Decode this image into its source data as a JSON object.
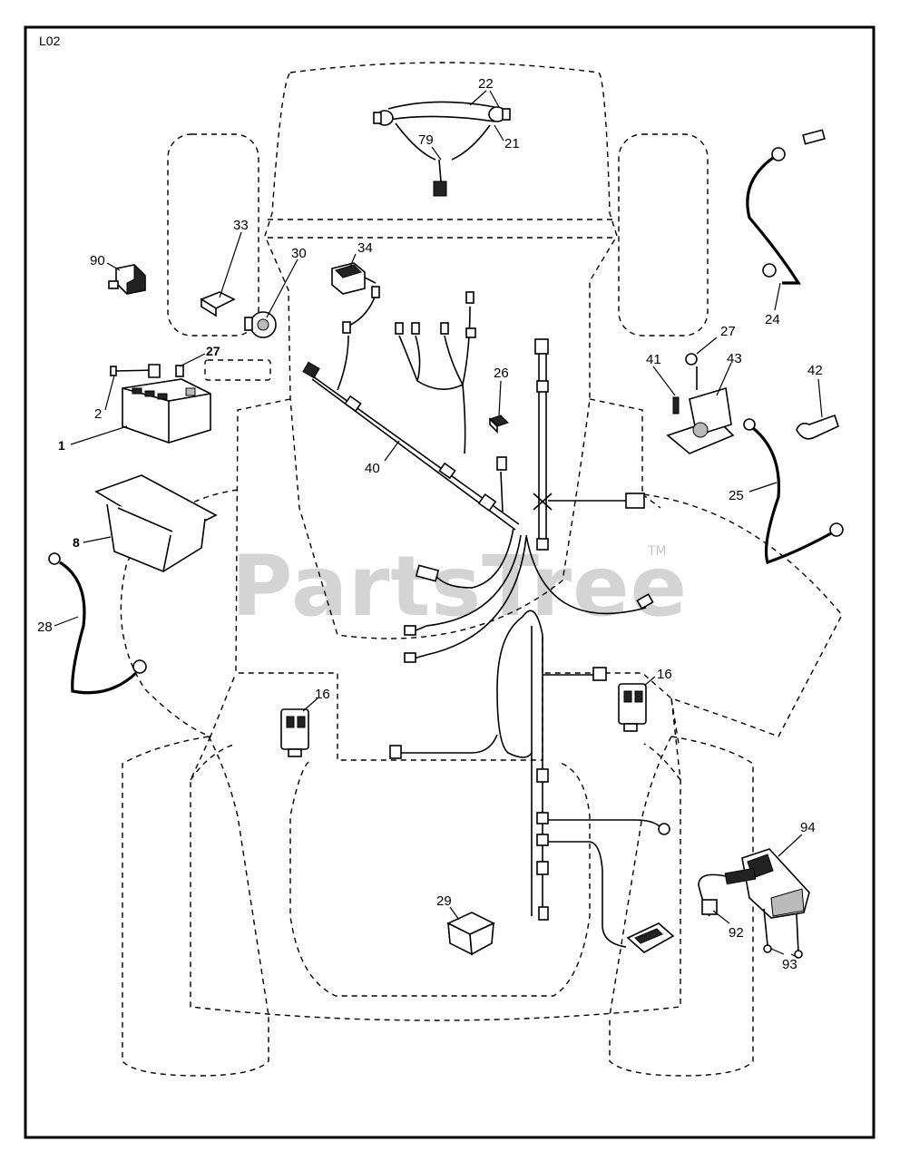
{
  "diagram": {
    "code": "L02",
    "watermark": "PartsTree",
    "trademark": "TM",
    "callouts": {
      "c22": "22",
      "c21": "21",
      "c79": "79",
      "c33": "33",
      "c30": "30",
      "c34": "34",
      "c90": "90",
      "c27a": "27",
      "c2": "2",
      "c1": "1",
      "c26": "26",
      "c40": "40",
      "c24": "24",
      "c27b": "27",
      "c41": "41",
      "c43": "43",
      "c42": "42",
      "c25": "25",
      "c8": "8",
      "c28": "28",
      "c16a": "16",
      "c16b": "16",
      "c94": "94",
      "c92": "92",
      "c93": "93",
      "c29": "29"
    }
  }
}
